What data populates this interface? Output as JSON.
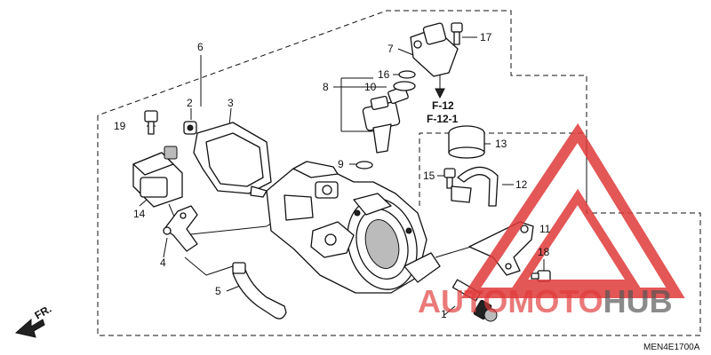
{
  "diagram": {
    "part_labels": [
      "1",
      "2",
      "3",
      "4",
      "5",
      "6",
      "7",
      "8",
      "9",
      "10",
      "11",
      "12",
      "13",
      "14",
      "15",
      "16",
      "17",
      "18",
      "19"
    ],
    "reference_labels": [
      "F-12",
      "F-12-1"
    ],
    "direction_label": "FR.",
    "drawing_code": "MEN4E1700A"
  },
  "watermark": {
    "text_auto": "AUTOMOTO",
    "text_hub": "HUB",
    "color_red": "#e03a3a",
    "color_grey": "#555555"
  },
  "colors": {
    "line": "#111111",
    "background": "#ffffff"
  }
}
